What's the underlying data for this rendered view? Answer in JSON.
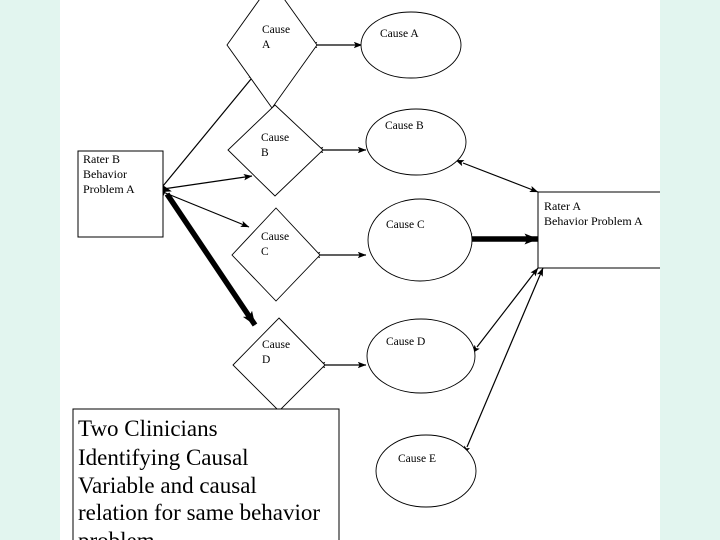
{
  "slide": {
    "background_color": "#e2f5ef",
    "page_color": "#ffffff",
    "stroke_color": "#000000"
  },
  "diagram": {
    "type": "causal-relation-diagram",
    "rater_b_box": {
      "name": "rater-b-box",
      "lines": [
        "Rater B",
        "Behavior",
        "Problem A"
      ]
    },
    "rater_a_box": {
      "name": "rater-a-box",
      "lines": [
        "Rater A",
        "Behavior Problem A"
      ]
    },
    "diamonds": [
      {
        "id": "diamond-a",
        "lines": [
          "Cause",
          "A"
        ]
      },
      {
        "id": "diamond-b",
        "lines": [
          "Cause",
          "B"
        ]
      },
      {
        "id": "diamond-c",
        "lines": [
          "Cause",
          "C"
        ]
      },
      {
        "id": "diamond-d",
        "lines": [
          "Cause",
          "D"
        ]
      }
    ],
    "ellipses": [
      {
        "id": "ellipse-a",
        "label": "Cause A"
      },
      {
        "id": "ellipse-b",
        "label": "Cause B"
      },
      {
        "id": "ellipse-c",
        "label": "Cause C"
      },
      {
        "id": "ellipse-d",
        "label": "Cause D"
      },
      {
        "id": "ellipse-e",
        "label": "Cause E"
      }
    ],
    "caption": {
      "name": "caption-box",
      "lines": [
        "Two Clinicians",
        "Identifying Causal",
        "Variable and causal",
        "relation for same behavior",
        "problem."
      ]
    },
    "edges": [
      {
        "id": "edge-raterb-diamond-a",
        "from": "rater-b-box",
        "to": "diamond-a",
        "style": "thin",
        "arrows": "single"
      },
      {
        "id": "edge-raterb-diamond-b",
        "from": "rater-b-box",
        "to": "diamond-b",
        "style": "thin",
        "arrows": "double"
      },
      {
        "id": "edge-raterb-diamond-c",
        "from": "rater-b-box",
        "to": "diamond-c",
        "style": "thin",
        "arrows": "double"
      },
      {
        "id": "edge-raterb-diamond-d",
        "from": "rater-b-box",
        "to": "diamond-d",
        "style": "thick",
        "arrows": "double"
      },
      {
        "id": "edge-diamond-a-ellipse-a",
        "from": "diamond-a",
        "to": "ellipse-a",
        "style": "thin",
        "arrows": "double"
      },
      {
        "id": "edge-diamond-b-ellipse-b",
        "from": "diamond-b",
        "to": "ellipse-b",
        "style": "thin",
        "arrows": "double"
      },
      {
        "id": "edge-diamond-c-ellipse-c",
        "from": "diamond-c",
        "to": "ellipse-c",
        "style": "thin",
        "arrows": "double"
      },
      {
        "id": "edge-diamond-d-ellipse-d",
        "from": "diamond-d",
        "to": "ellipse-d",
        "style": "thin",
        "arrows": "double"
      },
      {
        "id": "edge-ellipse-b-ratera",
        "from": "ellipse-b",
        "to": "rater-a-box",
        "style": "thin",
        "arrows": "double"
      },
      {
        "id": "edge-ellipse-c-ratera",
        "from": "ellipse-c",
        "to": "rater-a-box",
        "style": "thick",
        "arrows": "double"
      },
      {
        "id": "edge-ellipse-d-ratera",
        "from": "ellipse-d",
        "to": "rater-a-box",
        "style": "thin",
        "arrows": "double"
      },
      {
        "id": "edge-ellipse-e-ratera",
        "from": "ellipse-e",
        "to": "rater-a-box",
        "style": "thin",
        "arrows": "double"
      }
    ]
  }
}
